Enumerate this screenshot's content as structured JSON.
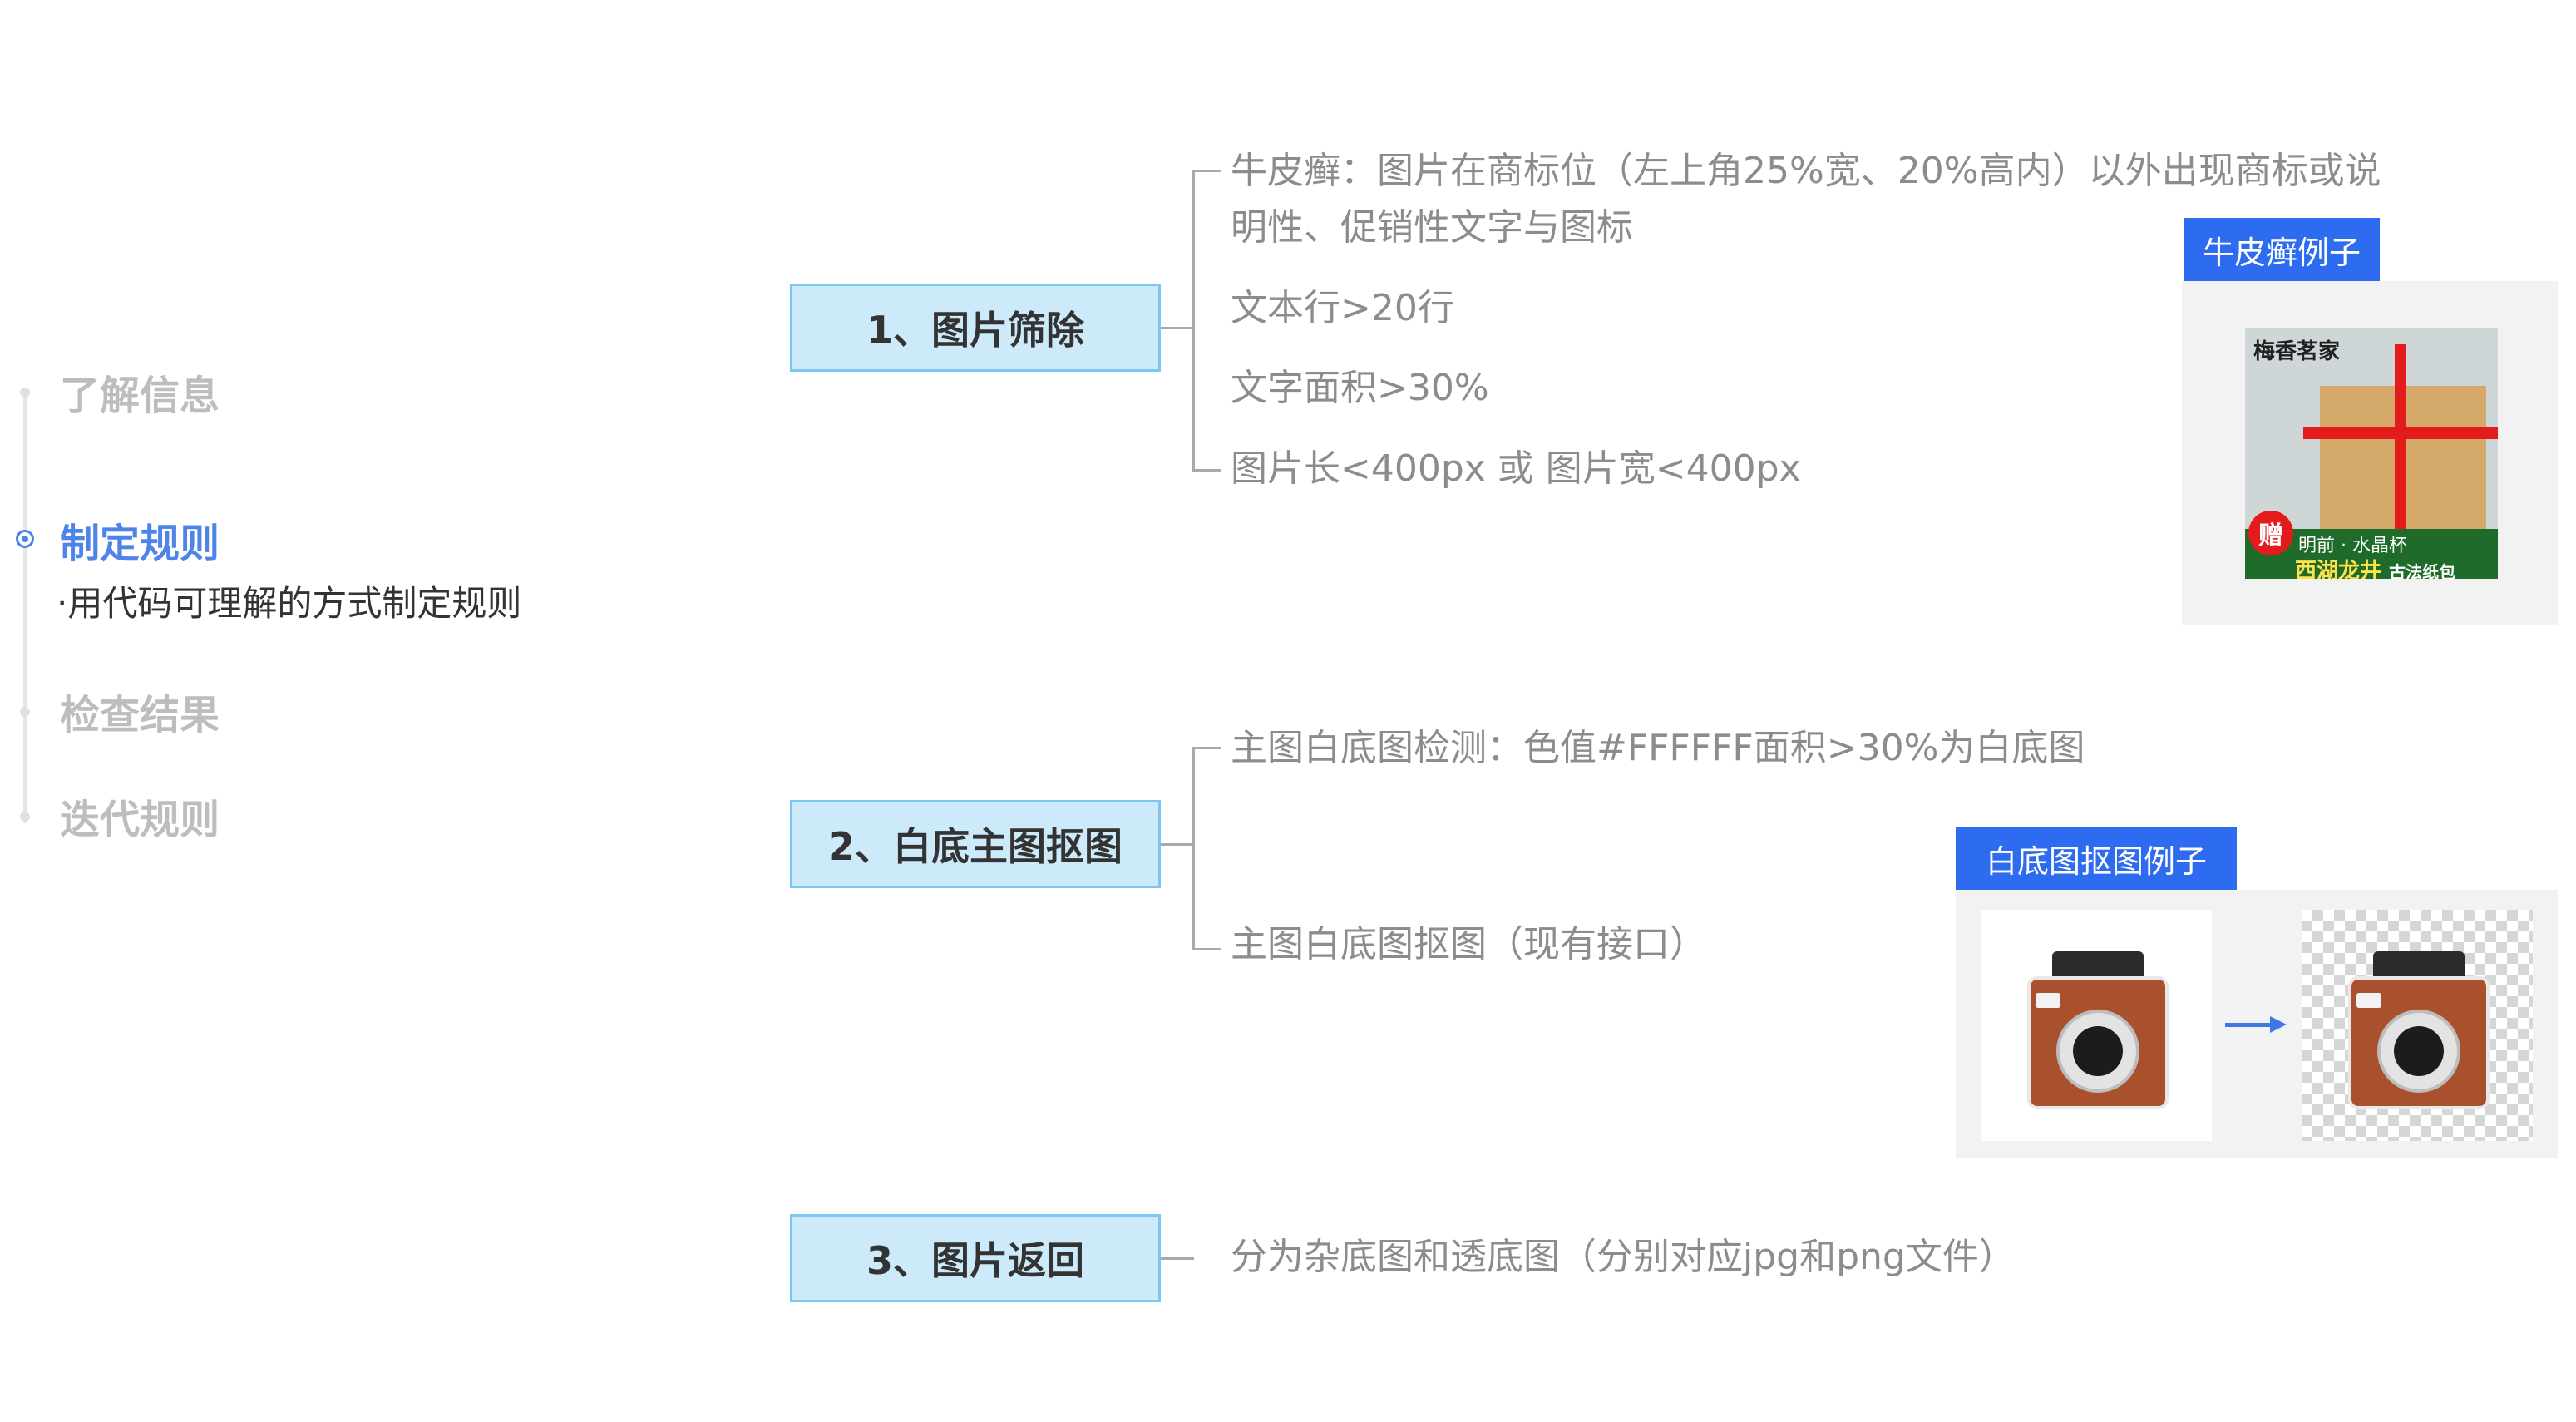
{
  "nav": {
    "steps": [
      {
        "label": "了解信息"
      },
      {
        "label": "制定规则",
        "active": true
      },
      {
        "label": "检查结果"
      },
      {
        "label": "迭代规则"
      }
    ],
    "active_sub": "·用代码可理解的方式制定规则"
  },
  "mindmap": {
    "nodes": [
      {
        "label": "1、图片筛除",
        "leaves": [
          "牛皮癣：图片在商标位（左上角25%宽、20%高内）以外出现商标或说",
          "明性、促销性文字与图标",
          "文本行>20行",
          "文字面积>30%",
          "图片长<400px 或 图片宽<400px"
        ]
      },
      {
        "label": "2、白底主图抠图",
        "leaves": [
          "主图白底图检测：色值#FFFFFF面积>30%为白底图",
          "主图白底图抠图（现有接口）"
        ]
      },
      {
        "label": "3、图片返回",
        "leaves": [
          "分为杂底图和透底图（分别对应jpg和png文件）"
        ]
      }
    ]
  },
  "examples": {
    "psoriasis": {
      "tag": "牛皮癣例子",
      "product_brand": "梅香茗家",
      "gift_badge": "赠",
      "gift_text": "明前 · 水晶杯",
      "product_title": "西湖龙井",
      "product_suffix": "古法纸包"
    },
    "cutout": {
      "tag": "白底图抠图例子"
    }
  },
  "colors": {
    "accent": "#4e84ea",
    "node_fill": "#cdeafb",
    "node_border": "#7cc8f2",
    "tag_bg": "#2d6bf0",
    "leaf_text": "#8c8c8c",
    "muted_nav": "#bdbdbd"
  }
}
